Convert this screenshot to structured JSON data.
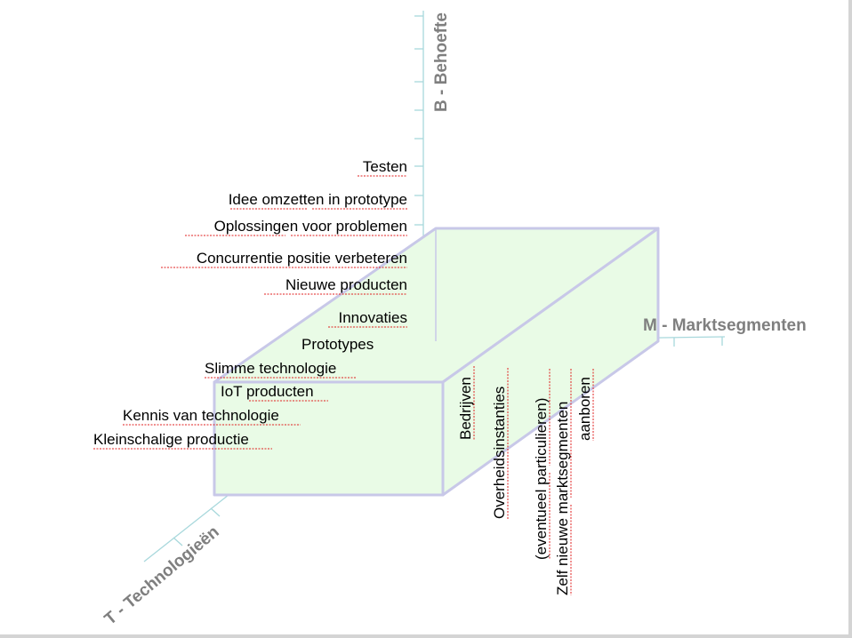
{
  "axes": {
    "b_title": "B - Behoefte",
    "m_title": "M - Marktsegmenten",
    "t_title": "T - Technologieën"
  },
  "b_labels": [
    "Testen",
    "Idee omzetten in prototype",
    "Oplossingen voor problemen",
    "Concurrentie positie verbeteren",
    "Nieuwe producten",
    "Innovaties"
  ],
  "t_labels": [
    "Prototypes",
    "Slimme technologie",
    "IoT producten",
    "Kennis van technologie",
    "Kleinschalige productie"
  ],
  "m_labels": [
    "Bedrijven",
    "Overheidsinstanties",
    "(eventueel particulieren)",
    "Zelf nieuwe marktsegmenten",
    "aanboren"
  ],
  "colors": {
    "axis": "#a8d8dc",
    "box_fill": "#e9fbe6",
    "box_stroke": "#c8c8e8",
    "axis_title": "#7f7f7f",
    "spell_underline": "#e02020"
  }
}
